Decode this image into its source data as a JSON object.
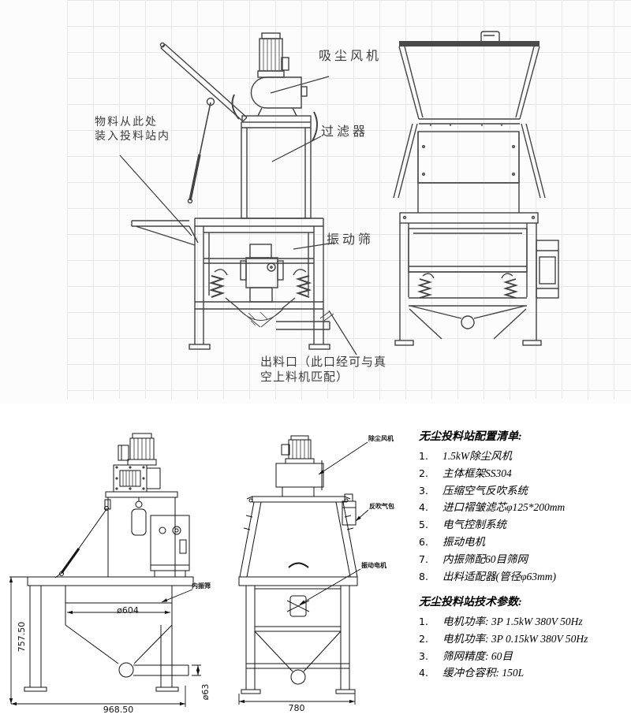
{
  "top_view": {
    "labels": {
      "fan": "吸尘风机",
      "filter": "过滤器",
      "material_line1": "物料从此处",
      "material_line2": "装入投料站内",
      "sieve": "振动筛",
      "outlet_line1": "出料口（此口经可与真",
      "outlet_line2": "空上料机匹配）"
    }
  },
  "detail_view": {
    "labels": {
      "dust_fan": "除尘风机",
      "blowback": "反吹气包",
      "inner_sieve": "内振筛",
      "vib_motor": "振动电机"
    },
    "dims": {
      "height": "757.50",
      "drum": "ø604",
      "width_left": "968.50",
      "outlet": "ø63",
      "width_right": "780"
    }
  },
  "config_list": {
    "title": "无尘投料站配置清单:",
    "items": [
      {
        "n": "1.",
        "t": "1.5kW除尘风机"
      },
      {
        "n": "2.",
        "t": "主体框架SS304"
      },
      {
        "n": "3.",
        "t": "压缩空气反吹系统"
      },
      {
        "n": "4.",
        "t": "进口褶皱滤芯φ125*200mm"
      },
      {
        "n": "5.",
        "t": "电气控制系统"
      },
      {
        "n": "6.",
        "t": "振动电机"
      },
      {
        "n": "7.",
        "t": "内振筛配60目筛网"
      },
      {
        "n": "8.",
        "t": "出料适配器(管径φ63mm)"
      }
    ]
  },
  "params_list": {
    "title": "无尘投料站技术参数:",
    "items": [
      {
        "n": "1.",
        "t": "电机功率: 3P 1.5kW 380V 50Hz"
      },
      {
        "n": "2.",
        "t": "电机功率: 3P 0.15kW 380V 50Hz"
      },
      {
        "n": "3.",
        "t": "筛网精度: 60目"
      },
      {
        "n": "4.",
        "t": "缓冲仓容积: 150L"
      }
    ]
  }
}
